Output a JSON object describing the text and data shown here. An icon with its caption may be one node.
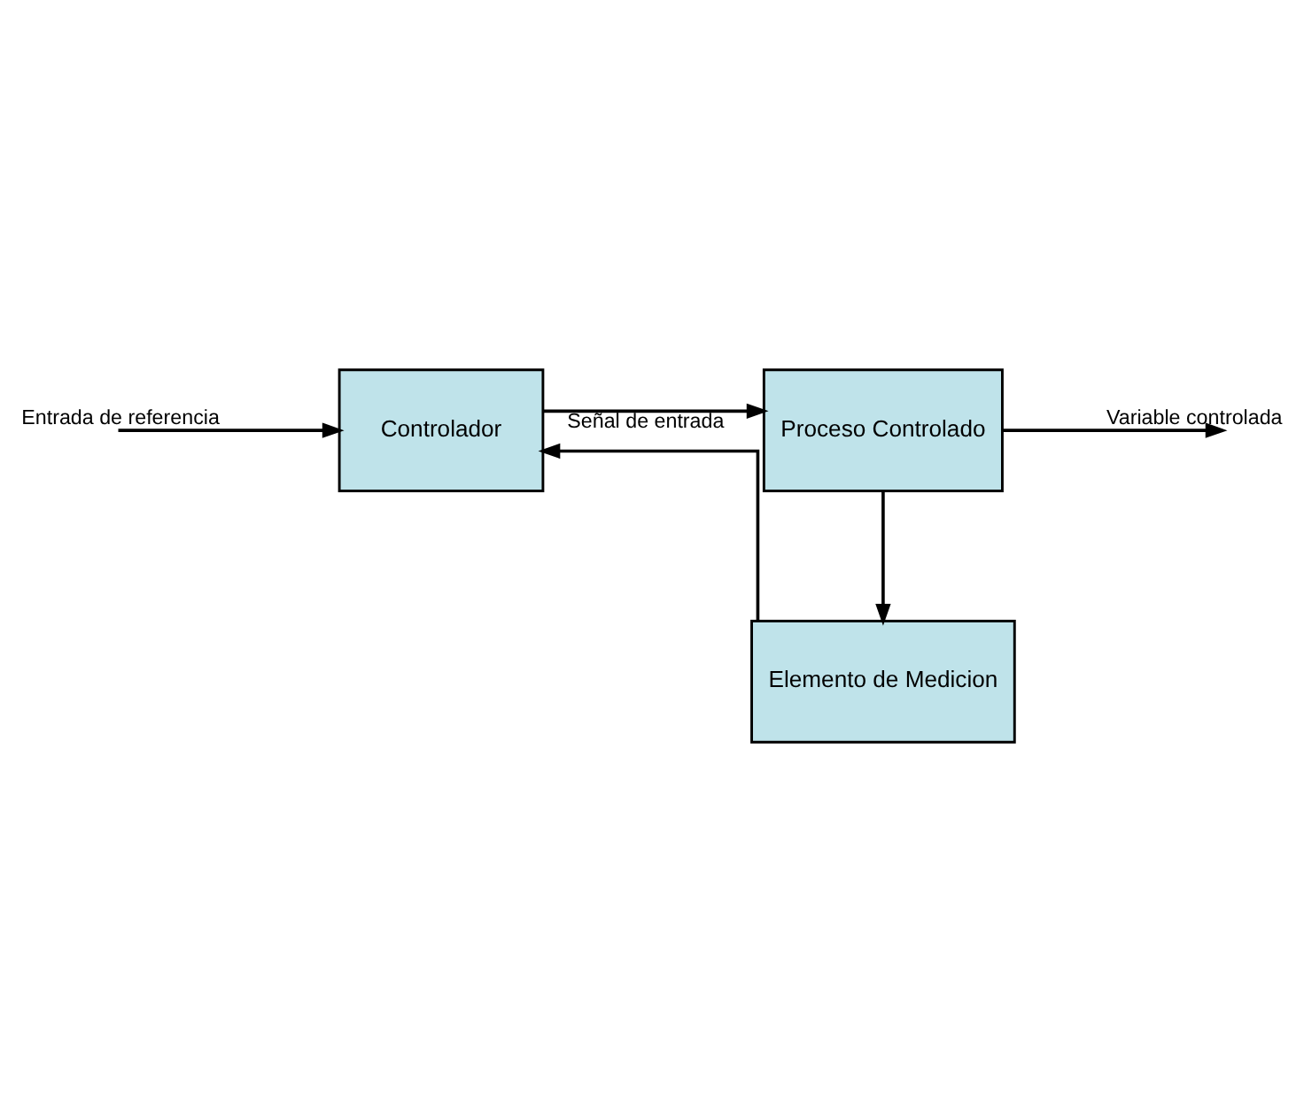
{
  "diagram": {
    "nodes": [
      {
        "text": [
          "Controlador"
        ]
      },
      {
        "text": [
          "Proceso Controlado"
        ]
      },
      {
        "text": [
          "Elemento de Medicion"
        ]
      }
    ],
    "edges": [
      {
        "from": null,
        "to": 0,
        "arrow": "to",
        "label": "Entrada de referencia"
      },
      {
        "from": 0,
        "to": 1,
        "arrow": "to",
        "label": "Señal de entrada"
      },
      {
        "from": 1,
        "to": null,
        "arrow": "to",
        "label": "Variable controlada"
      },
      {
        "from": 1,
        "to": 2,
        "arrow": "to"
      },
      {
        "from": 2,
        "to": 0,
        "arrow": "to"
      }
    ]
  }
}
